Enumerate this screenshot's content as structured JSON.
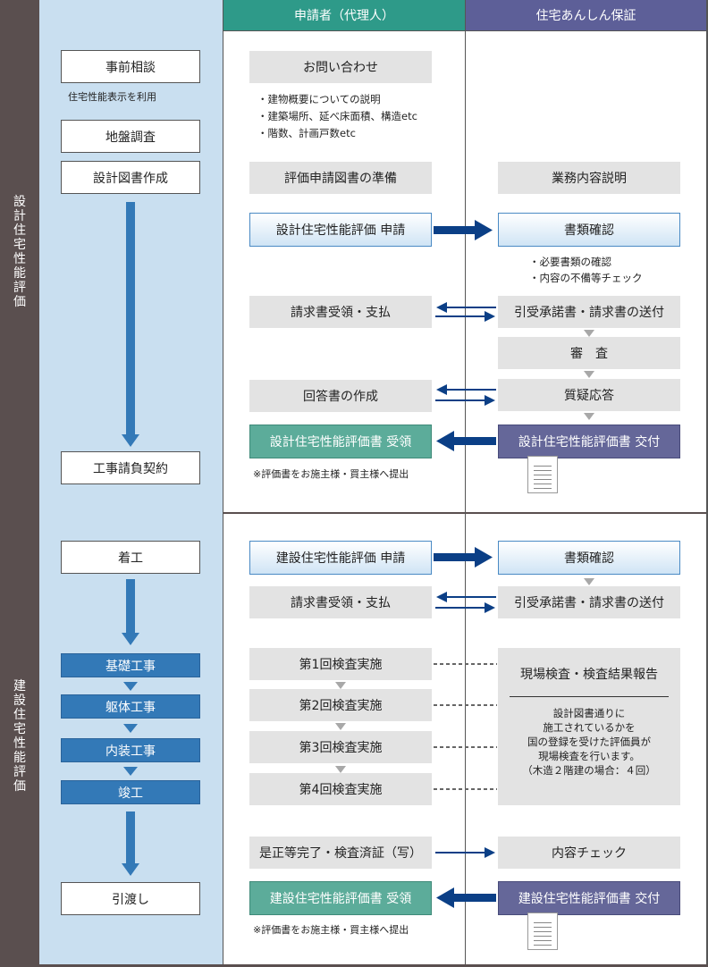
{
  "headers": {
    "applicant": "申請者（代理人）",
    "insurer": "住宅あんしん保証"
  },
  "sections": {
    "design": "設計住宅性能評価",
    "construction": "建設住宅性能評価"
  },
  "left": {
    "prior_consult": "事前相談",
    "prior_note": "住宅性能表示を利用",
    "ground_survey": "地盤調査",
    "design_docs": "設計図書作成",
    "contract": "工事請負契約",
    "start": "着工",
    "stages": [
      "基礎工事",
      "躯体工事",
      "内装工事",
      "竣工"
    ],
    "handover": "引渡し"
  },
  "design": {
    "inquiry": "お問い合わせ",
    "inquiry_notes": "・建物概要についての説明\n・建築場所、延べ床面積、構造etc\n・階数、計画戸数etc",
    "prep_docs": "評価申請図書の準備",
    "explain": "業務内容説明",
    "apply": "設計住宅性能評価 申請",
    "check_docs": "書類確認",
    "check_notes": "・必要書類の確認\n・内容の不備等チェック",
    "invoice_pay": "請求書受領・支払",
    "send_invoice": "引受承諾書・請求書の送付",
    "review": "審　査",
    "answer": "回答書の作成",
    "qa": "質疑応答",
    "receive": "設計住宅性能評価書 受領",
    "issue": "設計住宅性能評価書 交付",
    "submit_note": "※評価書をお施主様・買主様へ提出"
  },
  "construction": {
    "apply": "建設住宅性能評価 申請",
    "check_docs": "書類確認",
    "invoice_pay": "請求書受領・支払",
    "send_invoice": "引受承諾書・請求書の送付",
    "inspections": [
      "第1回検査実施",
      "第2回検査実施",
      "第3回検査実施",
      "第4回検査実施"
    ],
    "site_title": "現場検査・検査結果報告",
    "site_notes": "設計図書通りに\n施工されているかを\n国の登録を受けた評価員が\n現場検査を行います。\n（木造２階建の場合：４回）",
    "correction": "是正等完了・検査済証（写）",
    "content_check": "内容チェック",
    "receive": "建設住宅性能評価書 受領",
    "issue": "建設住宅性能評価書 交付",
    "submit_note": "※評価書をお施主様・買主様へ提出"
  },
  "colors": {
    "sidebar": "#5a4f4f",
    "left_column": "#c9dff0",
    "applicant_header": "#2e9a89",
    "insurer_header": "#5d5f98",
    "arrow": "#0b3f86",
    "stage_blue": "#3379b7"
  }
}
